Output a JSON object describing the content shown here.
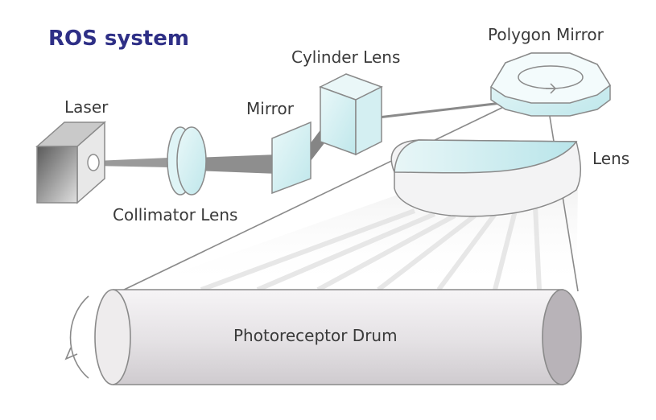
{
  "diagram": {
    "title": "ROS system",
    "labels": {
      "laser": "Laser",
      "collimator_lens": "Collimator Lens",
      "mirror": "Mirror",
      "cylinder_lens": "Cylinder Lens",
      "polygon_mirror": "Polygon Mirror",
      "lens": "Lens",
      "drum": "Photoreceptor Drum"
    },
    "colors": {
      "title": "#2e2f86",
      "label": "#3a3a3a",
      "optic_glass": "#c7ecef",
      "beam": "#8c8c8c",
      "drum": "#e6e3e6",
      "outline": "#8a8a8a"
    }
  }
}
